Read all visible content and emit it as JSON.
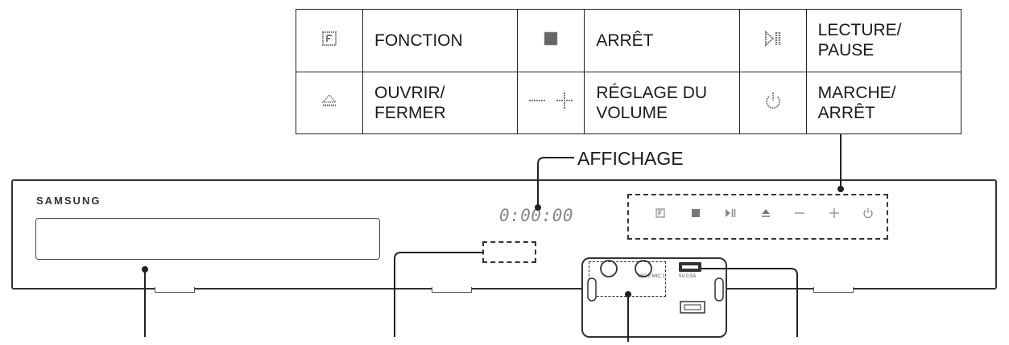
{
  "legend": {
    "rows": [
      [
        {
          "icon": "function-icon",
          "label": "FONCTION"
        },
        {
          "icon": "stop-icon",
          "label": "ARRÊT"
        },
        {
          "icon": "play-pause-icon",
          "label": "LECTURE/\nPAUSE"
        }
      ],
      [
        {
          "icon": "eject-icon",
          "label": "OUVRIR/\nFERMER"
        },
        {
          "icon": "volume-icon",
          "label": "RÉGLAGE DU\nVOLUME"
        },
        {
          "icon": "power-icon",
          "label": "MARCHE/\nARRÊT"
        }
      ]
    ]
  },
  "display_label": "AFFICHAGE",
  "device": {
    "brand": "SAMSUNG",
    "display_readout": "0:00:00",
    "mic_label": "MIC 2  MIC 1",
    "usb_label": "5V 0.5A"
  }
}
